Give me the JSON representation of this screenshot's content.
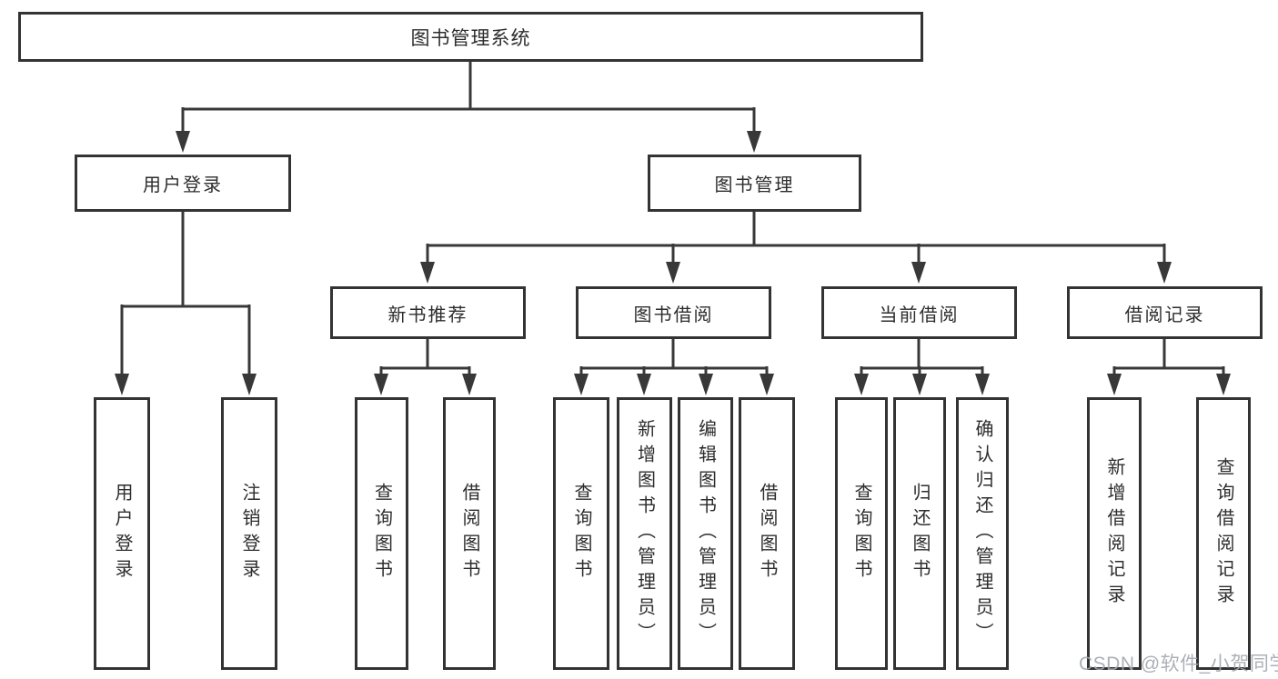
{
  "diagram": {
    "tree": {
      "root": {
        "label": "图书管理系统"
      },
      "branches": [
        {
          "label": "用户登录",
          "children": [
            {
              "label": "用户登录"
            },
            {
              "label": "注销登录"
            }
          ]
        },
        {
          "label": "图书管理",
          "children": [
            {
              "label": "新书推荐",
              "children": [
                {
                  "label": "查询图书"
                },
                {
                  "label": "借阅图书"
                }
              ]
            },
            {
              "label": "图书借阅",
              "children": [
                {
                  "label": "查询图书"
                },
                {
                  "label": "新增图书（管理员）"
                },
                {
                  "label": "编辑图书（管理员）"
                },
                {
                  "label": "借阅图书"
                }
              ]
            },
            {
              "label": "当前借阅",
              "children": [
                {
                  "label": "查询图书"
                },
                {
                  "label": "归还图书"
                },
                {
                  "label": "确认归还（管理员）"
                }
              ]
            },
            {
              "label": "借阅记录",
              "children": [
                {
                  "label": "新增借阅记录"
                },
                {
                  "label": "查询借阅记录"
                }
              ]
            }
          ]
        }
      ]
    },
    "colors": {
      "line": "#383838",
      "box_border": "#333333",
      "text": "#2d2d2d",
      "background": "#ffffff",
      "watermark": "#a4a8b0"
    }
  },
  "watermark": {
    "text": "CSDN @软件_小贺同学"
  }
}
